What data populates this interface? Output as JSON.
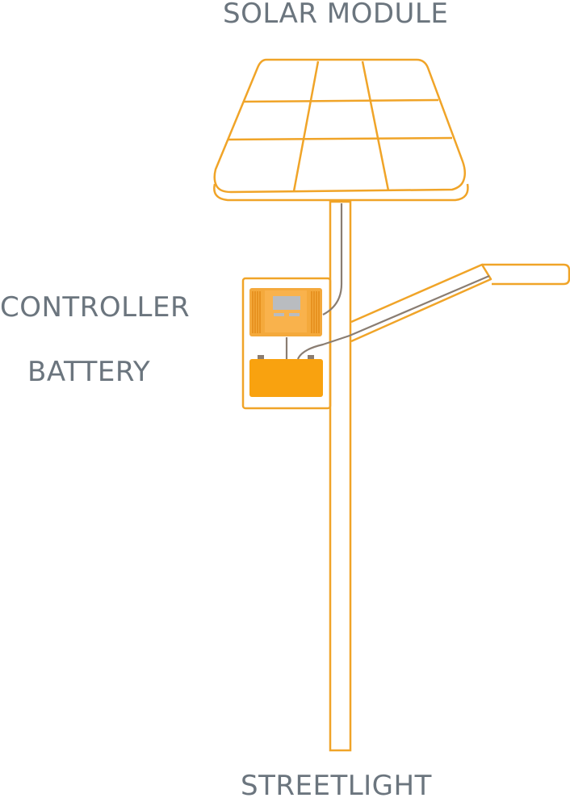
{
  "labels": {
    "solar_module": "SOLAR MODULE",
    "controller": "CONTROLLER",
    "battery": "BATTERY",
    "streetlight": "STREETLIGHT"
  },
  "colors": {
    "stroke": "#f0a428",
    "fill_orange": "#f9a20f",
    "controller_body": "#f4a93c",
    "screen": "#b9bcc0",
    "wire": "#8a7d72",
    "label": "#6b757e",
    "background": "#ffffff"
  }
}
